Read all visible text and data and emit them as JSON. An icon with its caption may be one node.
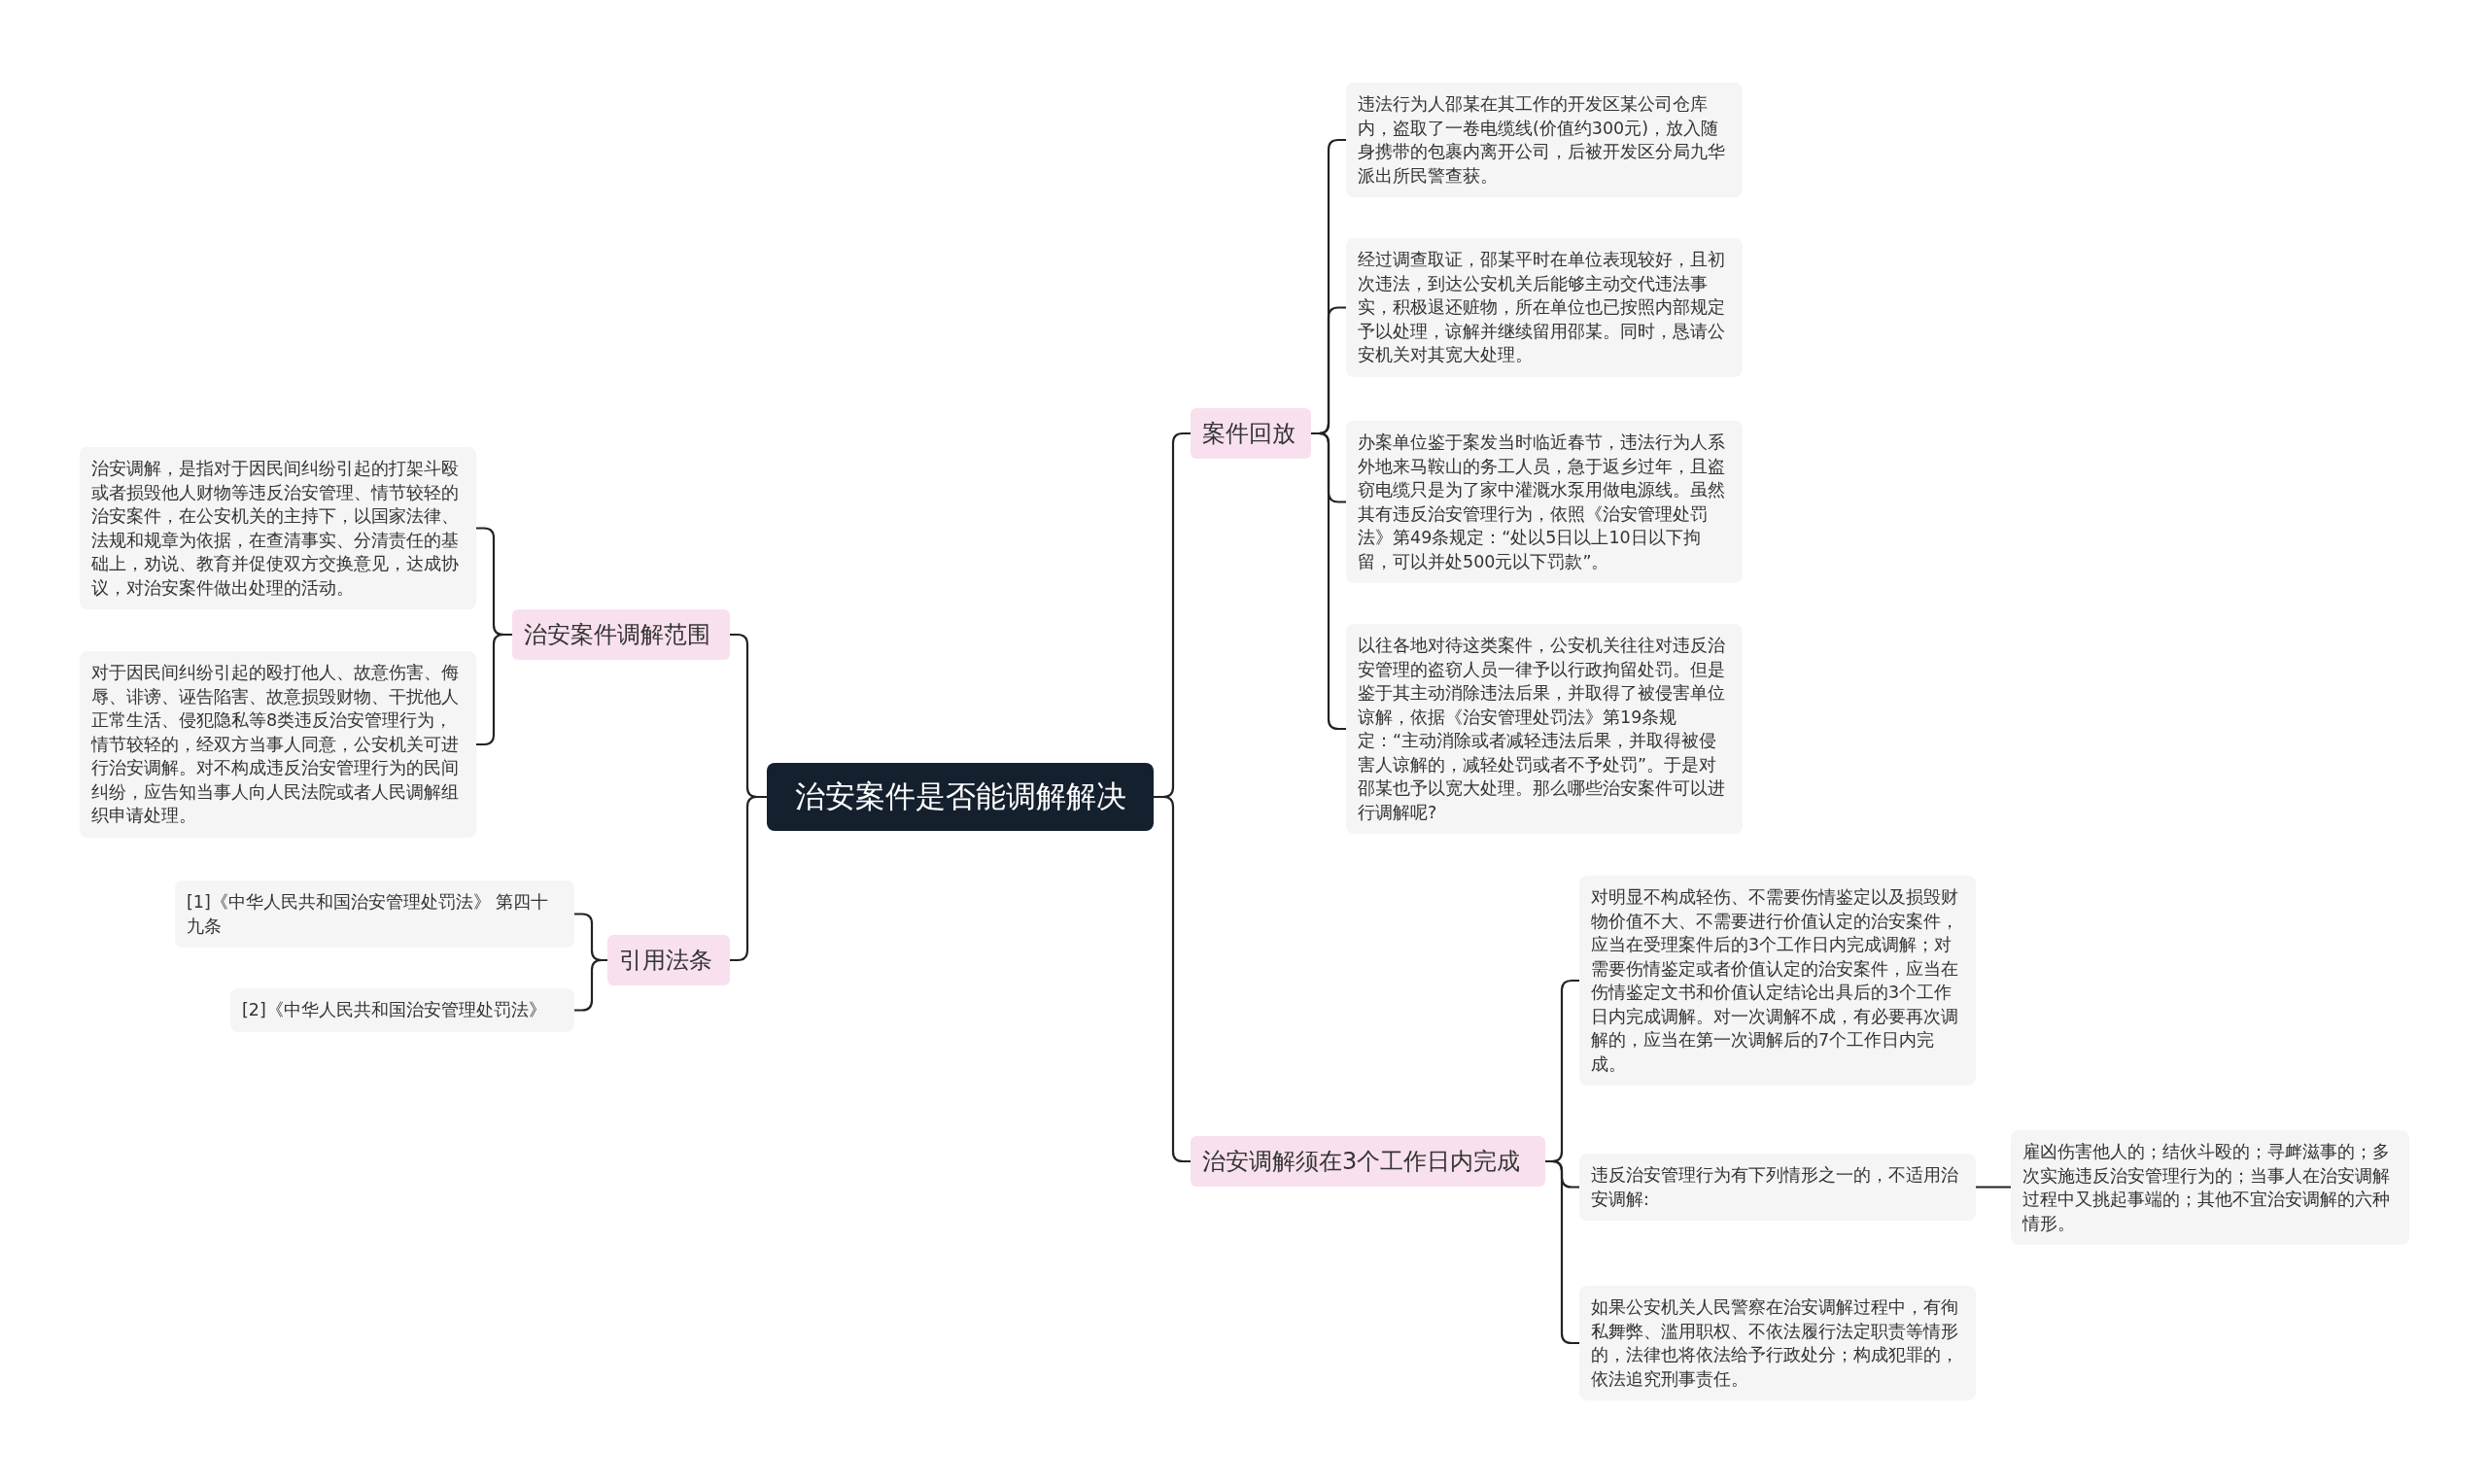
{
  "diagram": {
    "nodes": [
      {
        "text": [
          "治安案件是否能调解解决"
        ]
      },
      {
        "text": [
          "案件回放"
        ]
      },
      {
        "text": [
          "违法行为人邵某在其工作的开发区某公司仓库内，盗取了一卷电缆线(价值约300元)，放入随身携带的包裹内离开公司，后被开发区分局九华派出所民警查获。"
        ]
      },
      {
        "text": [
          "经过调查取证，邵某平时在单位表现较好，且初次违法，到达公安机关后能够主动交代违法事实，积极退还赃物，所在单位也已按照内部规定予以处理，谅解并继续留用邵某。同时，恳请公安机关对其宽大处理。"
        ]
      },
      {
        "text": [
          "办案单位鉴于案发当时临近春节，违法行为人系外地来马鞍山的务工人员，急于返乡过年，且盗窃电缆只是为了家中灌溉水泵用做电源线。虽然其有违反治安管理行为，依照《治安管理处罚法》第49条规定：“处以5日以上10日以下拘留，可以并处500元以下罚款”。"
        ]
      },
      {
        "text": [
          "以往各地对待这类案件，公安机关往往对违反治安管理的盗窃人员一律予以行政拘留处罚。但是鉴于其主动消除违法后果，并取得了被侵害单位谅解，依据《治安管理处罚法》第19条规定：“主动消除或者减轻违法后果，并取得被侵害人谅解的，减轻处罚或者不予处罚”。于是对邵某也予以宽大处理。那么哪些治安案件可以进行调解呢?"
        ]
      },
      {
        "text": [
          "治安调解须在3个工作日内完成"
        ]
      },
      {
        "text": [
          "对明显不构成轻伤、不需要伤情鉴定以及损毁财物价值不大、不需要进行价值认定的治安案件，应当在受理案件后的3个工作日内完成调解；对需要伤情鉴定或者价值认定的治安案件，应当在伤情鉴定文书和价值认定结论出具后的3个工作日内完成调解。对一次调解不成，有必要再次调解的，应当在第一次调解后的7个工作日内完成。"
        ]
      },
      {
        "text": [
          "违反治安管理行为有下列情形之一的，不适用治安调解:"
        ]
      },
      {
        "text": [
          "雇凶伤害他人的；结伙斗殴的；寻衅滋事的；多次实施违反治安管理行为的；当事人在治安调解过程中又挑起事端的；其他不宜治安调解的六种情形。"
        ]
      },
      {
        "text": [
          "如果公安机关人民警察在治安调解过程中，有徇私舞弊、滥用职权、不依法履行法定职责等情形的，法律也将依法给予行政处分；构成犯罪的，依法追究刑事责任。"
        ]
      },
      {
        "text": [
          "治安案件调解范围"
        ]
      },
      {
        "text": [
          "治安调解，是指对于因民间纠纷引起的打架斗殴或者损毁他人财物等违反治安管理、情节较轻的治安案件，在公安机关的主持下，以国家法律、法规和规章为依据，在查清事实、分清责任的基础上，劝说、教育并促使双方交换意见，达成协议，对治安案件做出处理的活动。"
        ]
      },
      {
        "text": [
          "对于因民间纠纷引起的殴打他人、故意伤害、侮辱、诽谤、诬告陷害、故意损毁财物、干扰他人正常生活、侵犯隐私等8类违反治安管理行为，情节较轻的，经双方当事人同意，公安机关可进行治安调解。对不构成违反治安管理行为的民间纠纷，应告知当事人向人民法院或者人民调解组织申请处理。"
        ]
      },
      {
        "text": [
          "引用法条"
        ]
      },
      {
        "text": [
          "[1]《中华人民共和国治安管理处罚法》 第四十九条"
        ]
      },
      {
        "text": [
          "[2]《中华人民共和国治安管理处罚法》"
        ]
      }
    ],
    "edges": [
      {
        "from": 0,
        "to": 1,
        "arrow": "none"
      },
      {
        "from": 1,
        "to": 2,
        "arrow": "none"
      },
      {
        "from": 1,
        "to": 3,
        "arrow": "none"
      },
      {
        "from": 1,
        "to": 4,
        "arrow": "none"
      },
      {
        "from": 1,
        "to": 5,
        "arrow": "none"
      },
      {
        "from": 0,
        "to": 6,
        "arrow": "none"
      },
      {
        "from": 6,
        "to": 7,
        "arrow": "none"
      },
      {
        "from": 6,
        "to": 8,
        "arrow": "none"
      },
      {
        "from": 8,
        "to": 9,
        "arrow": "none"
      },
      {
        "from": 6,
        "to": 10,
        "arrow": "none"
      },
      {
        "from": 0,
        "to": 11,
        "arrow": "none"
      },
      {
        "from": 11,
        "to": 12,
        "arrow": "none"
      },
      {
        "from": 11,
        "to": 13,
        "arrow": "none"
      },
      {
        "from": 0,
        "to": 14,
        "arrow": "none"
      },
      {
        "from": 14,
        "to": 15,
        "arrow": "none"
      },
      {
        "from": 14,
        "to": 16,
        "arrow": "none"
      }
    ]
  }
}
